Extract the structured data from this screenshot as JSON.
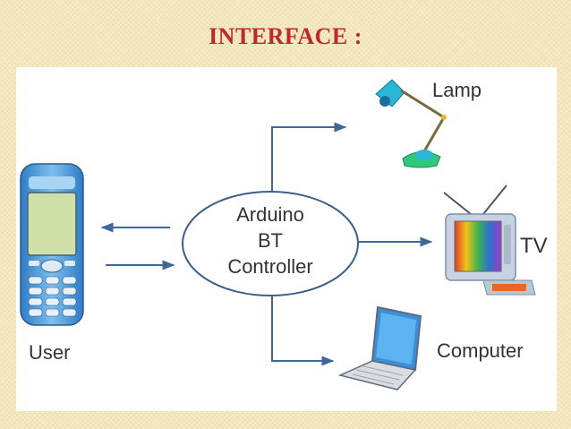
{
  "title": "INTERFACE :",
  "diagram": {
    "controller_lines": [
      "Arduino",
      "BT",
      "Controller"
    ],
    "labels": {
      "user": "User",
      "lamp": "Lamp",
      "tv": "TV",
      "computer": "Computer"
    },
    "colors": {
      "title": "#c1272d",
      "arrow": "#3f6797",
      "phone_body": "#4f9bd8",
      "screen": "#cfe0a8",
      "lamp": "#2ab6d6",
      "tv_frame": "#b9c7d8"
    }
  }
}
